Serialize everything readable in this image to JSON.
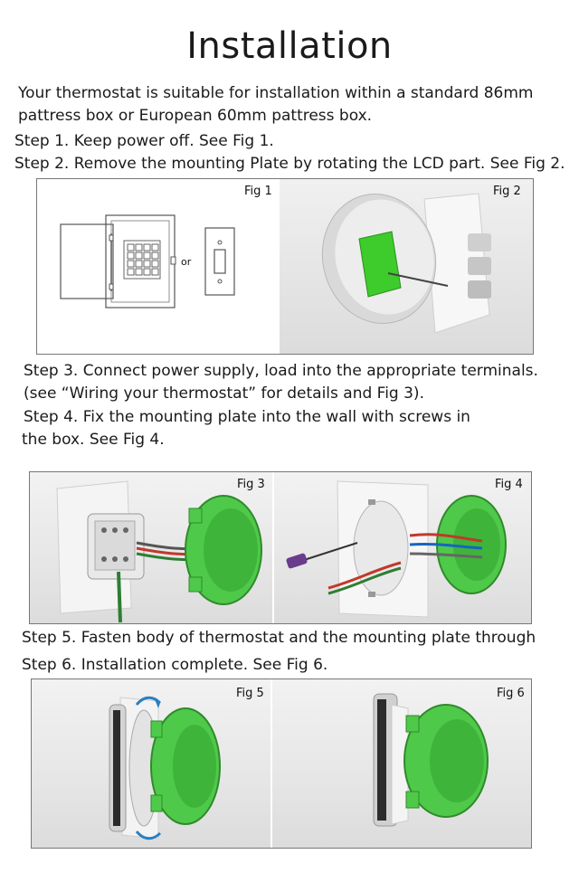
{
  "title": "Installation",
  "intro": {
    "line1": "Your thermostat is suitable for installation within a standard 86mm",
    "line2": "pattress box or European 60mm pattress box."
  },
  "steps": {
    "step1": "Step 1. Keep power off. See Fig 1.",
    "step2": "Step 2. Remove the mounting Plate by rotating the LCD part. See Fig 2.",
    "step3a": "Step 3. Connect power supply, load into the appropriate terminals.",
    "step3b": "(see “Wiring your thermostat” for details and Fig 3).",
    "step4a": "Step 4. Fix the mounting plate into the wall with screws in",
    "step4b": "the box. See Fig 4.",
    "step5": "Step 5. Fasten body of thermostat and the mounting plate through",
    "step6": "Step 6. Installation complete. See Fig 6."
  },
  "figures": {
    "fig1": "Fig 1",
    "fig1_or": "or",
    "fig2": "Fig 2",
    "fig3": "Fig 3",
    "fig4": "Fig 4",
    "fig5": "Fig 5",
    "fig6": "Fig 6"
  },
  "colors": {
    "box_green": "#4fc94a",
    "screen_green": "#3ecb2c",
    "border": "#777777"
  }
}
